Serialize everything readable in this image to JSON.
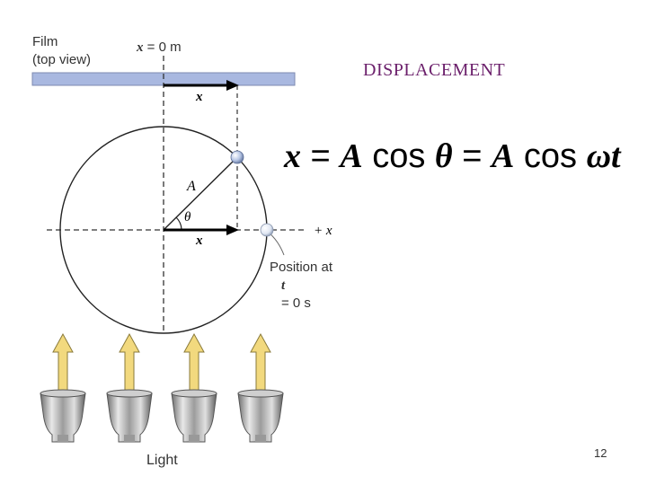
{
  "film_label": {
    "line1": "Film",
    "line2": "(top view)"
  },
  "x0_label": {
    "var": "x",
    "rest": " = 0 m"
  },
  "title": "DISPLACEMENT",
  "equation": {
    "v1": "x",
    "p1": " = ",
    "v2": "A",
    "p2": " cos ",
    "v3": "θ",
    "p3": " = ",
    "v4": "A",
    "p4": " cos ",
    "v5": "ωt"
  },
  "labels": {
    "x_top": "x",
    "x_bottom": "x",
    "amplitude": "A",
    "angle": "θ",
    "plus_x": "+ x"
  },
  "position_label": {
    "line1": "Position at",
    "var": "t",
    "rest": " = 0 s"
  },
  "light_label": "Light",
  "page_number": "12",
  "colors": {
    "film": "#a9b8e0",
    "arrow_fill": "#f2d97e",
    "title": "#6b1f6b",
    "ball": "#c8d8f0"
  }
}
